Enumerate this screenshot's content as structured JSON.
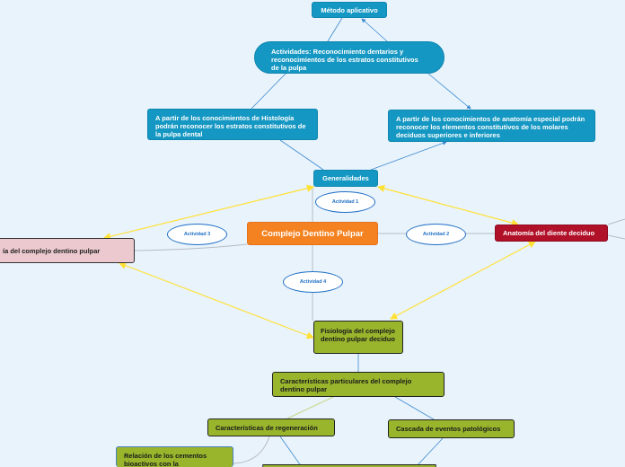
{
  "nodes": {
    "metodo": "Método aplicativo",
    "actividades": "Actividades: Reconocimiento dentarios y reconocimientos de los estratos constitutivos de la pulpa",
    "histologia": "A partir  de los conocimientos de Histología podrán reconocer los estratos constitutivos de la pulpa dental",
    "anatomia_especial": "A partir de los conocimientos de anatomía especial podrán reconocer los elementos constitutivos de los molares deciduos superiores e inferiores",
    "generalidades": "Generalidades",
    "complejo": "Complejo Dentino Pulpar",
    "anatomia_diente": "Anatomía del diente deciduo",
    "histologia_complejo": "ía del complejo dentino pulpar",
    "fisiologia": "Fisiología del complejo dentino pulpar deciduo",
    "caracteristicas": "Características particulares del complejo dentino pulpar",
    "regeneracion": "Características de regeneración",
    "cascada": "Cascada de eventos patológicos",
    "relacion": "Relación de los cementos bioactivos con la"
  },
  "ovals": {
    "a1": "Actividad 1",
    "a2": "Actividad 2",
    "a3": "Actividad 3",
    "a4": "Actividad 4"
  },
  "colors": {
    "background": "#e9f3fc",
    "blue": "#1497c2",
    "orange": "#f58220",
    "red": "#b11029",
    "pink": "#ebc9cf",
    "green": "#98b52c",
    "yellow_arrow": "#ffe135",
    "line_blue": "#3c8ad0",
    "line_gray": "#b7bcc2"
  }
}
